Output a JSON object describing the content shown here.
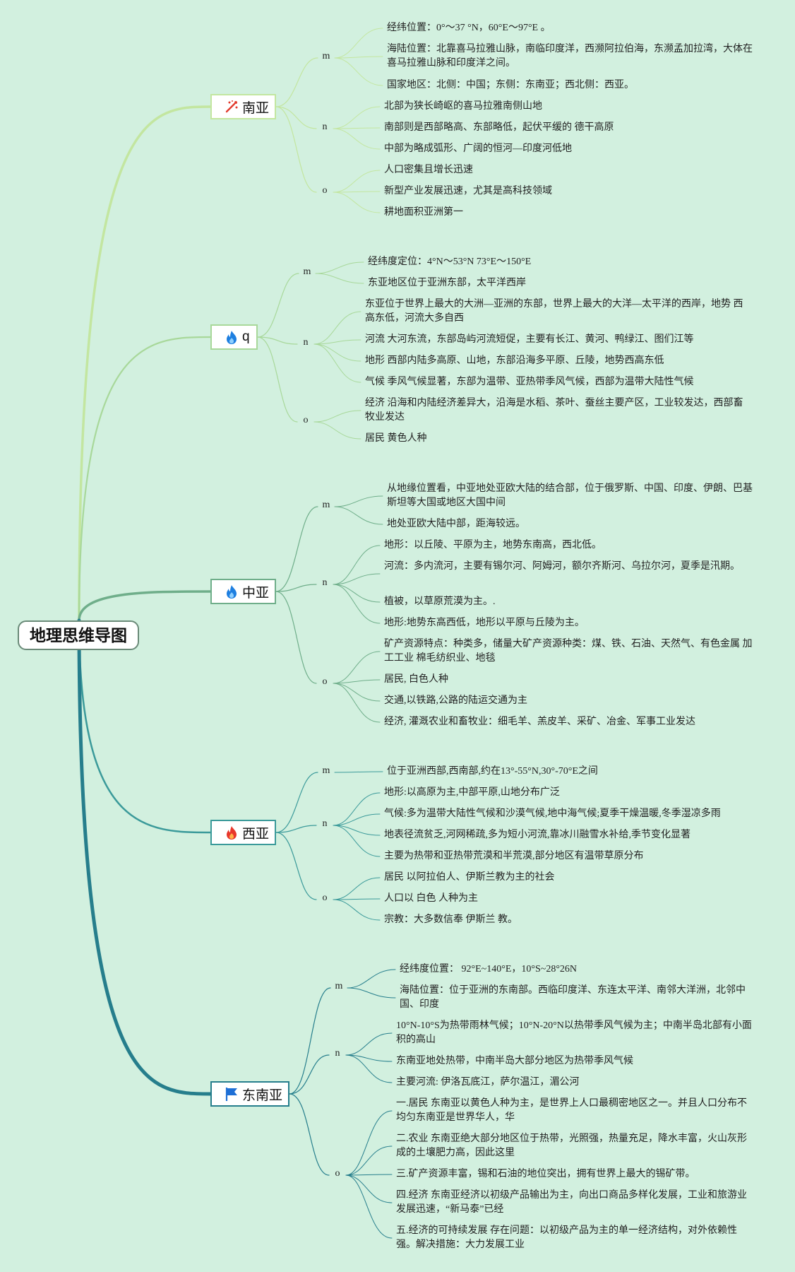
{
  "title": "地理思维导图",
  "colors": {
    "background": "#d2f0df",
    "branch_1": "#c3e6a0",
    "branch_2": "#a8d89a",
    "branch_3": "#6fae8a",
    "branch_4": "#3b9a9a",
    "branch_5": "#267e8c"
  },
  "branches": [
    {
      "label": "南亚",
      "icon": "sparkle-icon",
      "groups": [
        {
          "label": "m",
          "items": [
            "经纬位置：0°～37 °N，60°E～97°E 。",
            "海陆位置：北靠喜马拉雅山脉，南临印度洋，西濒阿拉伯海，东濒孟加拉湾，大体在喜马拉雅山脉和印度洋之间。",
            "国家地区：北侧：中国；东侧：东南亚；西北侧：西亚。"
          ]
        },
        {
          "label": "n",
          "items": [
            "北部为狭长崎岖的喜马拉雅南侧山地",
            "南部则是西部略高、东部略低，起伏平缓的 德干高原",
            "中部为略成弧形、广阔的恒河—印度河低地"
          ]
        },
        {
          "label": "o",
          "items": [
            "人口密集且增长迅速",
            "新型产业发展迅速，尤其是高科技领域",
            "耕地面积亚洲第一"
          ]
        }
      ]
    },
    {
      "label": "q",
      "icon": "flame-blue-icon",
      "groups": [
        {
          "label": "m",
          "items": [
            "经纬度定位：4°N～53°N 73°E～150°E",
            "东亚地区位于亚洲东部，太平洋西岸"
          ]
        },
        {
          "label": "n",
          "items": [
            "东亚位于世界上最大的大洲—亚洲的东部，世界上最大的大洋—太平洋的西岸，地势 西高东低，河流大多自西",
            "河流 大河东流，东部岛屿河流短促，主要有长江、黄河、鸭绿江、图们江等",
            "地形 西部内陆多高原、山地，东部沿海多平原、丘陵，地势西高东低",
            "气候 季风气候显著，东部为温带、亚热带季风气候，西部为温带大陆性气候"
          ]
        },
        {
          "label": "o",
          "items": [
            "经济 沿海和内陆经济差异大，沿海是水稻、茶叶、蚕丝主要产区，工业较发达，西部畜牧业发达",
            "居民 黄色人种"
          ]
        }
      ]
    },
    {
      "label": "中亚",
      "icon": "flame-blue-icon",
      "groups": [
        {
          "label": "m",
          "items": [
            "从地缘位置看，中亚地处亚欧大陆的结合部，位于俄罗斯、中国、印度、伊朗、巴基斯坦等大国或地区大国中间",
            "地处亚欧大陆中部，距海较远。"
          ]
        },
        {
          "label": "n",
          "items": [
            "地形：以丘陵、平原为主，地势东南高，西北低。",
            "河流：多内流河，主要有锡尔河、阿姆河，额尔齐斯河、乌拉尔河，夏季是汛期。",
            "植被，以草原荒漠为主。.",
            "地形:地势东高西低，地形以平原与丘陵为主。"
          ]
        },
        {
          "label": "o",
          "items": [
            "矿产资源特点：种类多，储量大矿产资源种类：煤、铁、石油、天然气、有色金属 加工工业 棉毛纺织业、地毯",
            "居民, 白色人种",
            "交通,以铁路,公路的陆运交通为主",
            "经济, 灌溉农业和畜牧业：细毛羊、羔皮羊、采矿、冶金、军事工业发达"
          ]
        }
      ]
    },
    {
      "label": "西亚",
      "icon": "flame-red-icon",
      "groups": [
        {
          "label": "m",
          "items": [
            "位于亚洲西部,西南部,约在13°-55°N,30°-70°E之间"
          ]
        },
        {
          "label": "n",
          "items": [
            "地形:以高原为主,中部平原,山地分布广泛",
            "气候:多为温带大陆性气候和沙漠气候,地中海气候;夏季干燥温暖,冬季湿凉多雨",
            "地表径流贫乏,河网稀疏,多为短小河流,靠冰川融雪水补给,季节变化显著",
            "主要为热带和亚热带荒漠和半荒漠,部分地区有温带草原分布"
          ]
        },
        {
          "label": "o",
          "items": [
            "居民 以阿拉伯人、伊斯兰教为主的社会",
            "人口以 白色 人种为主",
            "宗教：大多数信奉 伊斯兰 教。"
          ]
        }
      ]
    },
    {
      "label": "东南亚",
      "icon": "flag-icon",
      "groups": [
        {
          "label": "m",
          "items": [
            "经纬度位置：  92°E~140°E，10°S~28°26N",
            "海陆位置：位于亚洲的东南部。西临印度洋、东连太平洋、南邻大洋洲，北邻中国、印度"
          ]
        },
        {
          "label": "n",
          "items": [
            "10°N-10°S为热带雨林气候；10°N-20°N以热带季风气候为主；中南半岛北部有小面积的高山",
            "东南亚地处热带，中南半岛大部分地区为热带季风气候",
            "主要河流: 伊洛瓦底江，萨尔温江，湄公河"
          ]
        },
        {
          "label": "o",
          "items": [
            "一.居民 东南亚以黄色人种为主，是世界上人口最稠密地区之一。并且人口分布不均匀东南亚是世界华人，华",
            "二.农业 东南亚绝大部分地区位于热带，光照强，热量充足，降水丰富，火山灰形成的土壤肥力高，因此这里",
            "三.矿产资源丰富，锡和石油的地位突出，拥有世界上最大的锡矿带。",
            "四.经济 东南亚经济以初级产品输出为主，向出口商品多样化发展，工业和旅游业发展迅速，“新马泰”已经",
            "五.经济的可持续发展 存在问题：以初级产品为主的单一经济结构，对外依赖性强。解决措施：大力发展工业"
          ]
        }
      ]
    }
  ]
}
